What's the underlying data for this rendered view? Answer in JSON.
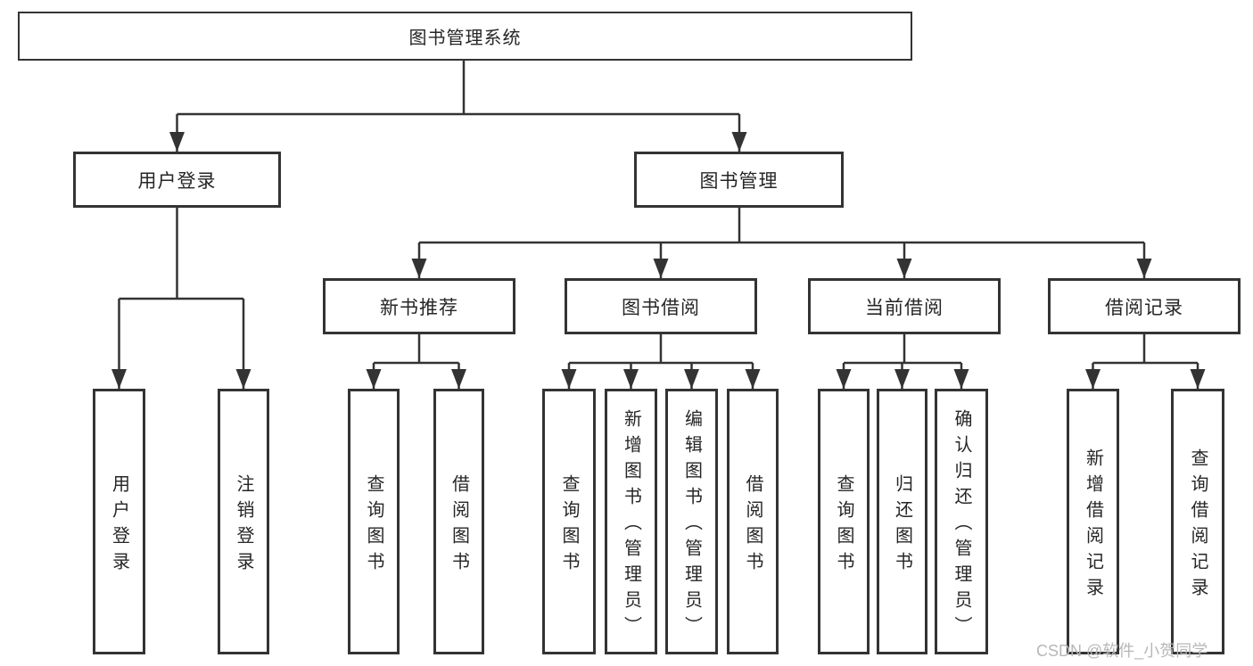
{
  "diagram": {
    "type": "tree",
    "tree": {
      "label": "图书管理系统",
      "children": [
        {
          "label": "用户登录",
          "children": [
            {
              "label": "用户登录"
            },
            {
              "label": "注销登录"
            }
          ]
        },
        {
          "label": "图书管理",
          "children": [
            {
              "label": "新书推荐",
              "children": [
                {
                  "label": "查询图书"
                },
                {
                  "label": "借阅图书"
                }
              ]
            },
            {
              "label": "图书借阅",
              "children": [
                {
                  "label": "查询图书"
                },
                {
                  "label": "新增图书（管理员）"
                },
                {
                  "label": "编辑图书（管理员）"
                },
                {
                  "label": "借阅图书"
                }
              ]
            },
            {
              "label": "当前借阅",
              "children": [
                {
                  "label": "查询图书"
                },
                {
                  "label": "归还图书"
                },
                {
                  "label": "确认归还（管理员）"
                }
              ]
            },
            {
              "label": "借阅记录",
              "children": [
                {
                  "label": "新增借阅记录"
                },
                {
                  "label": "查询借阅记录"
                }
              ]
            }
          ]
        }
      ]
    }
  },
  "watermark": {
    "text": "CSDN @软件_小贺同学"
  },
  "colors": {
    "line-color": "#333333",
    "box-border": "#333333",
    "text-color": "#262626",
    "watermark-color": "#b7b7b7",
    "bg-color": "#ffffff"
  }
}
